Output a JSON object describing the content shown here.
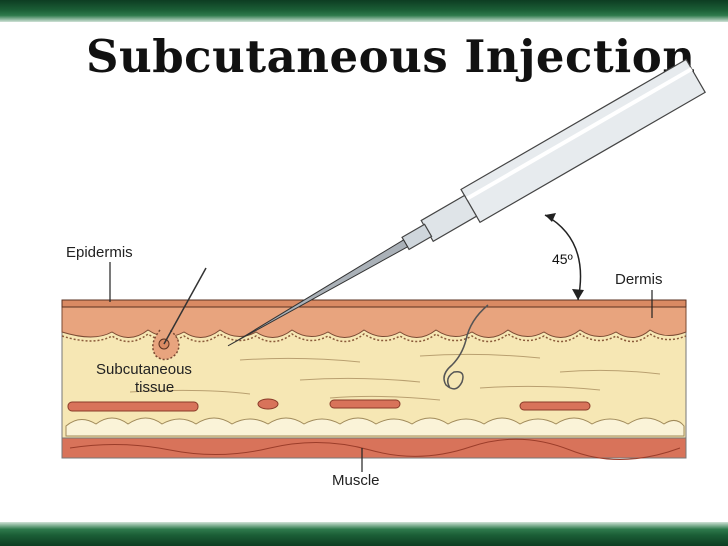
{
  "title": "Subcutaneous Injection",
  "labels": {
    "epidermis": "Epidermis",
    "dermis": "Dermis",
    "subcutaneous_line1": "Subcutaneous",
    "subcutaneous_line2": "tissue",
    "muscle": "Muscle",
    "angle": "45º"
  },
  "colors": {
    "theme_green": "#1b5e36",
    "skin_pink": "#e8a47e",
    "fat_yellow": "#f6e7b4",
    "muscle_red": "#d8735a"
  }
}
